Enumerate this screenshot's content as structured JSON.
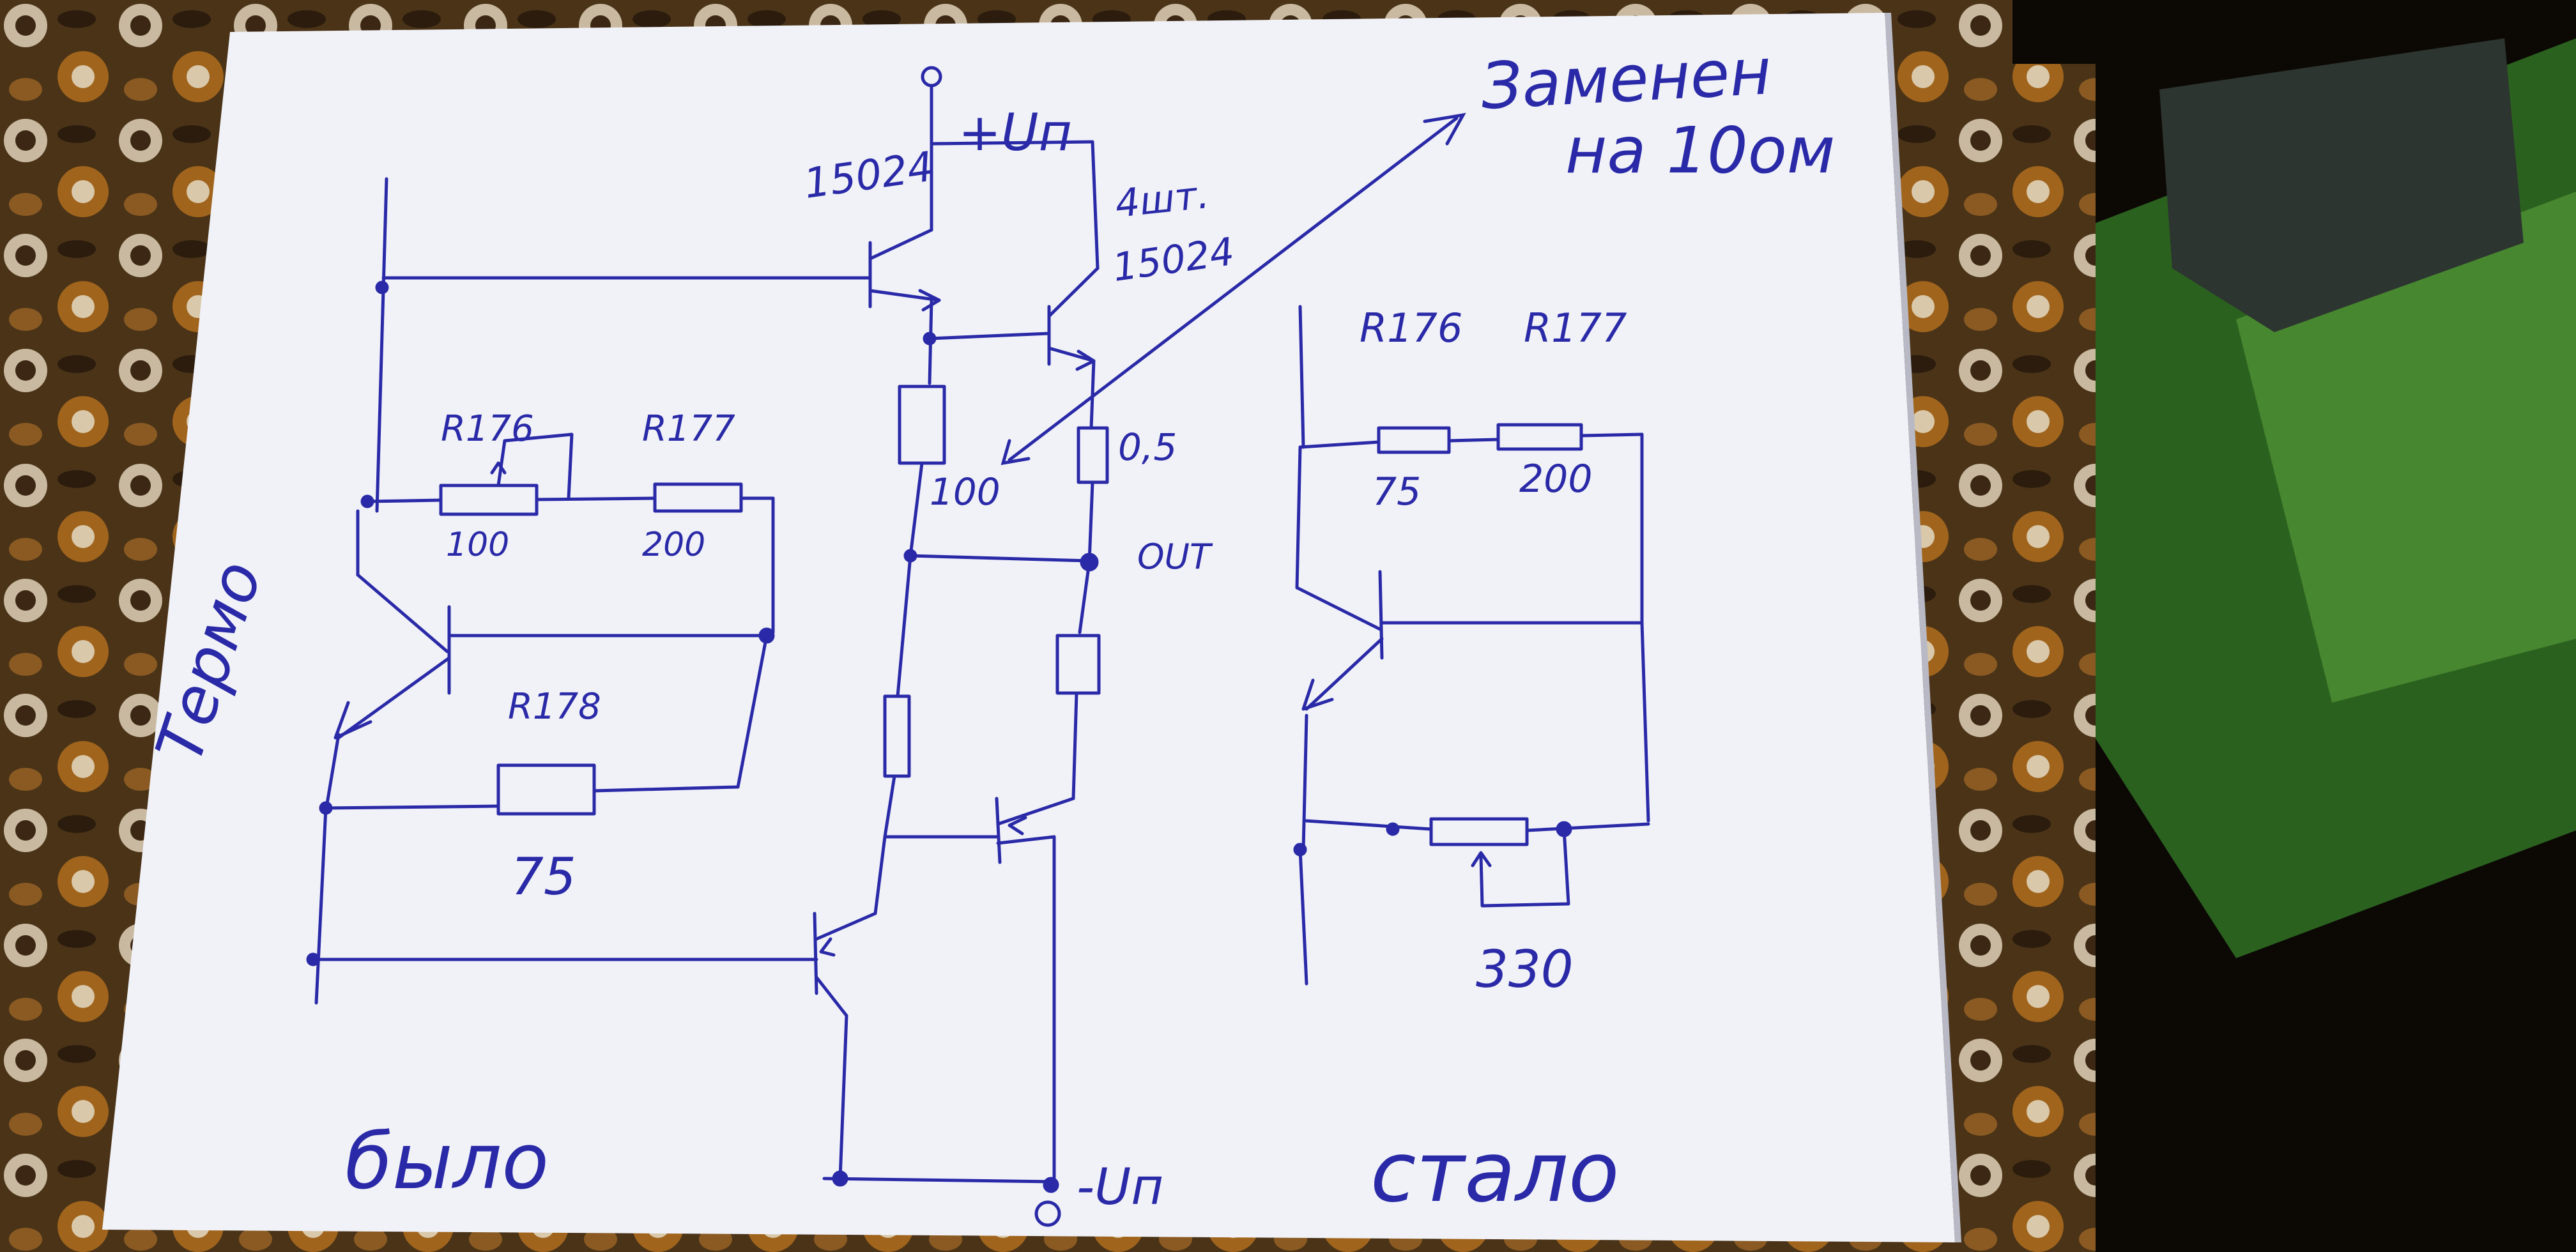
{
  "colors": {
    "ink": "#2a2aa8",
    "paper": "#f1f2f8",
    "fabric_dark": "#3b2713",
    "fabric_light": "#c9b9a0",
    "fabric_orange": "#a0641c",
    "shadow": "#0c0905",
    "green_object": "#3f8a2c"
  },
  "left_circuit": {
    "title": "было",
    "supply_plus": "+Uп",
    "supply_minus": "-Uп",
    "transistor_top": "15024",
    "transistor_parallel": "4шт.\n15024",
    "r_emitter": "100",
    "r_out": "0,5",
    "out_label": "OUT",
    "r176_label": "R176",
    "r177_label": "R177",
    "r176_value": "100",
    "r177_value": "200",
    "r178_label": "R178",
    "r178_value": "75",
    "thermo_label": "Термо"
  },
  "annotation": {
    "line1": "Заменен",
    "line2": "на 10ом"
  },
  "right_circuit": {
    "title": "стало",
    "r176_label": "R176",
    "r177_label": "R177",
    "r176_value": "75",
    "r177_value": "200",
    "pot_value": "330"
  }
}
